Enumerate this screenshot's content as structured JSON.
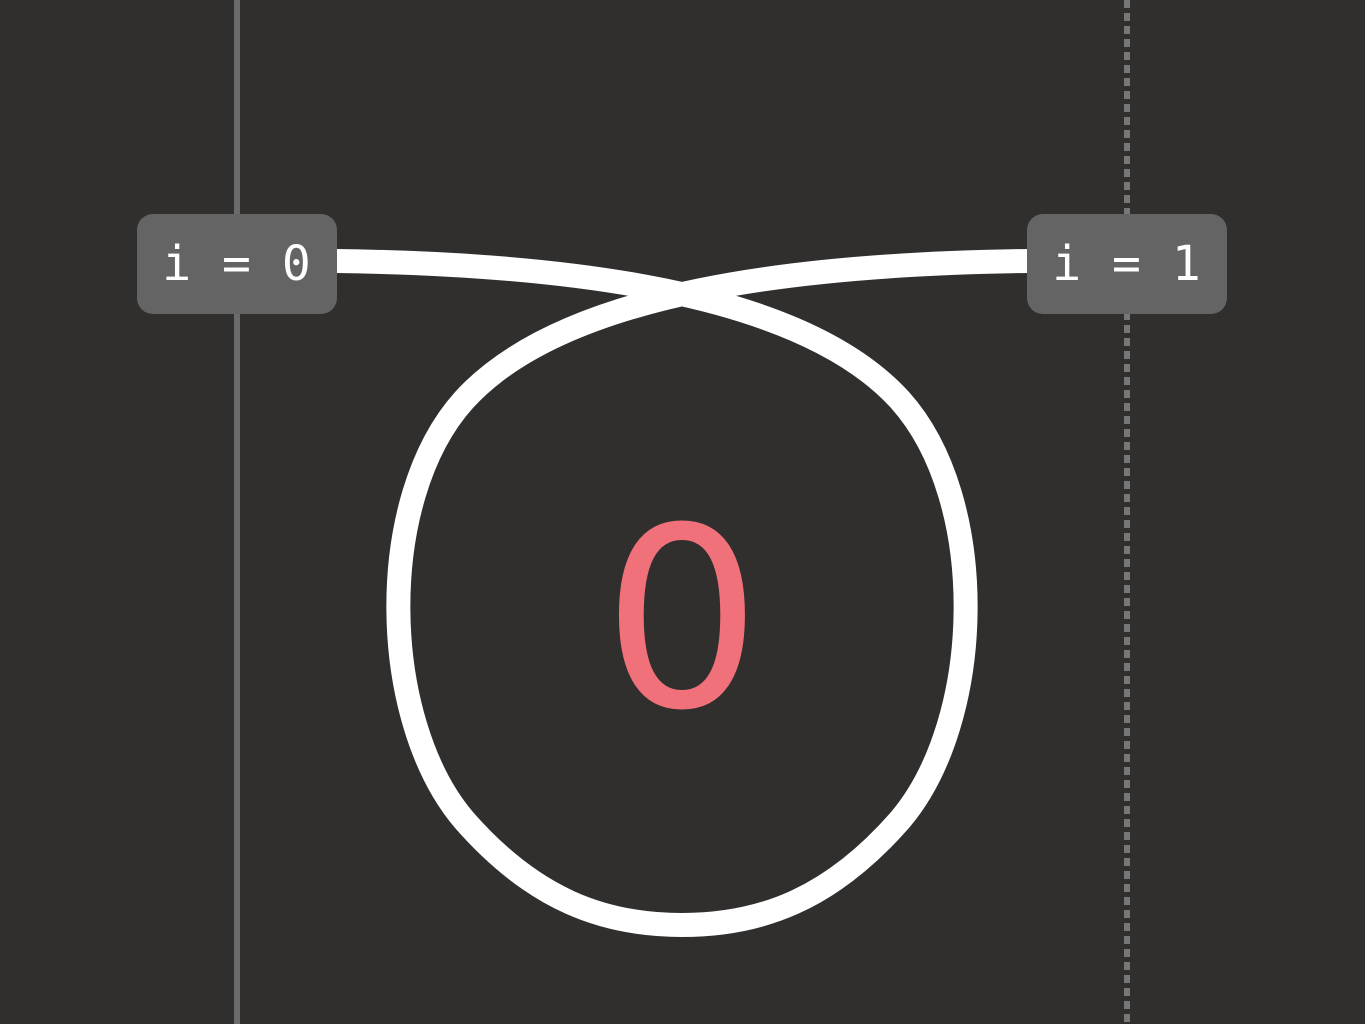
{
  "labels": {
    "left": "i = 0",
    "right": "i = 1"
  },
  "center_value": "0",
  "colors": {
    "background": "#312f2e",
    "loop_stroke": "#ffffff",
    "tag_fill": "#646464",
    "divider_solid": "#6b6b6b",
    "divider_dashed": "#777777",
    "center_value": "#f07179"
  }
}
